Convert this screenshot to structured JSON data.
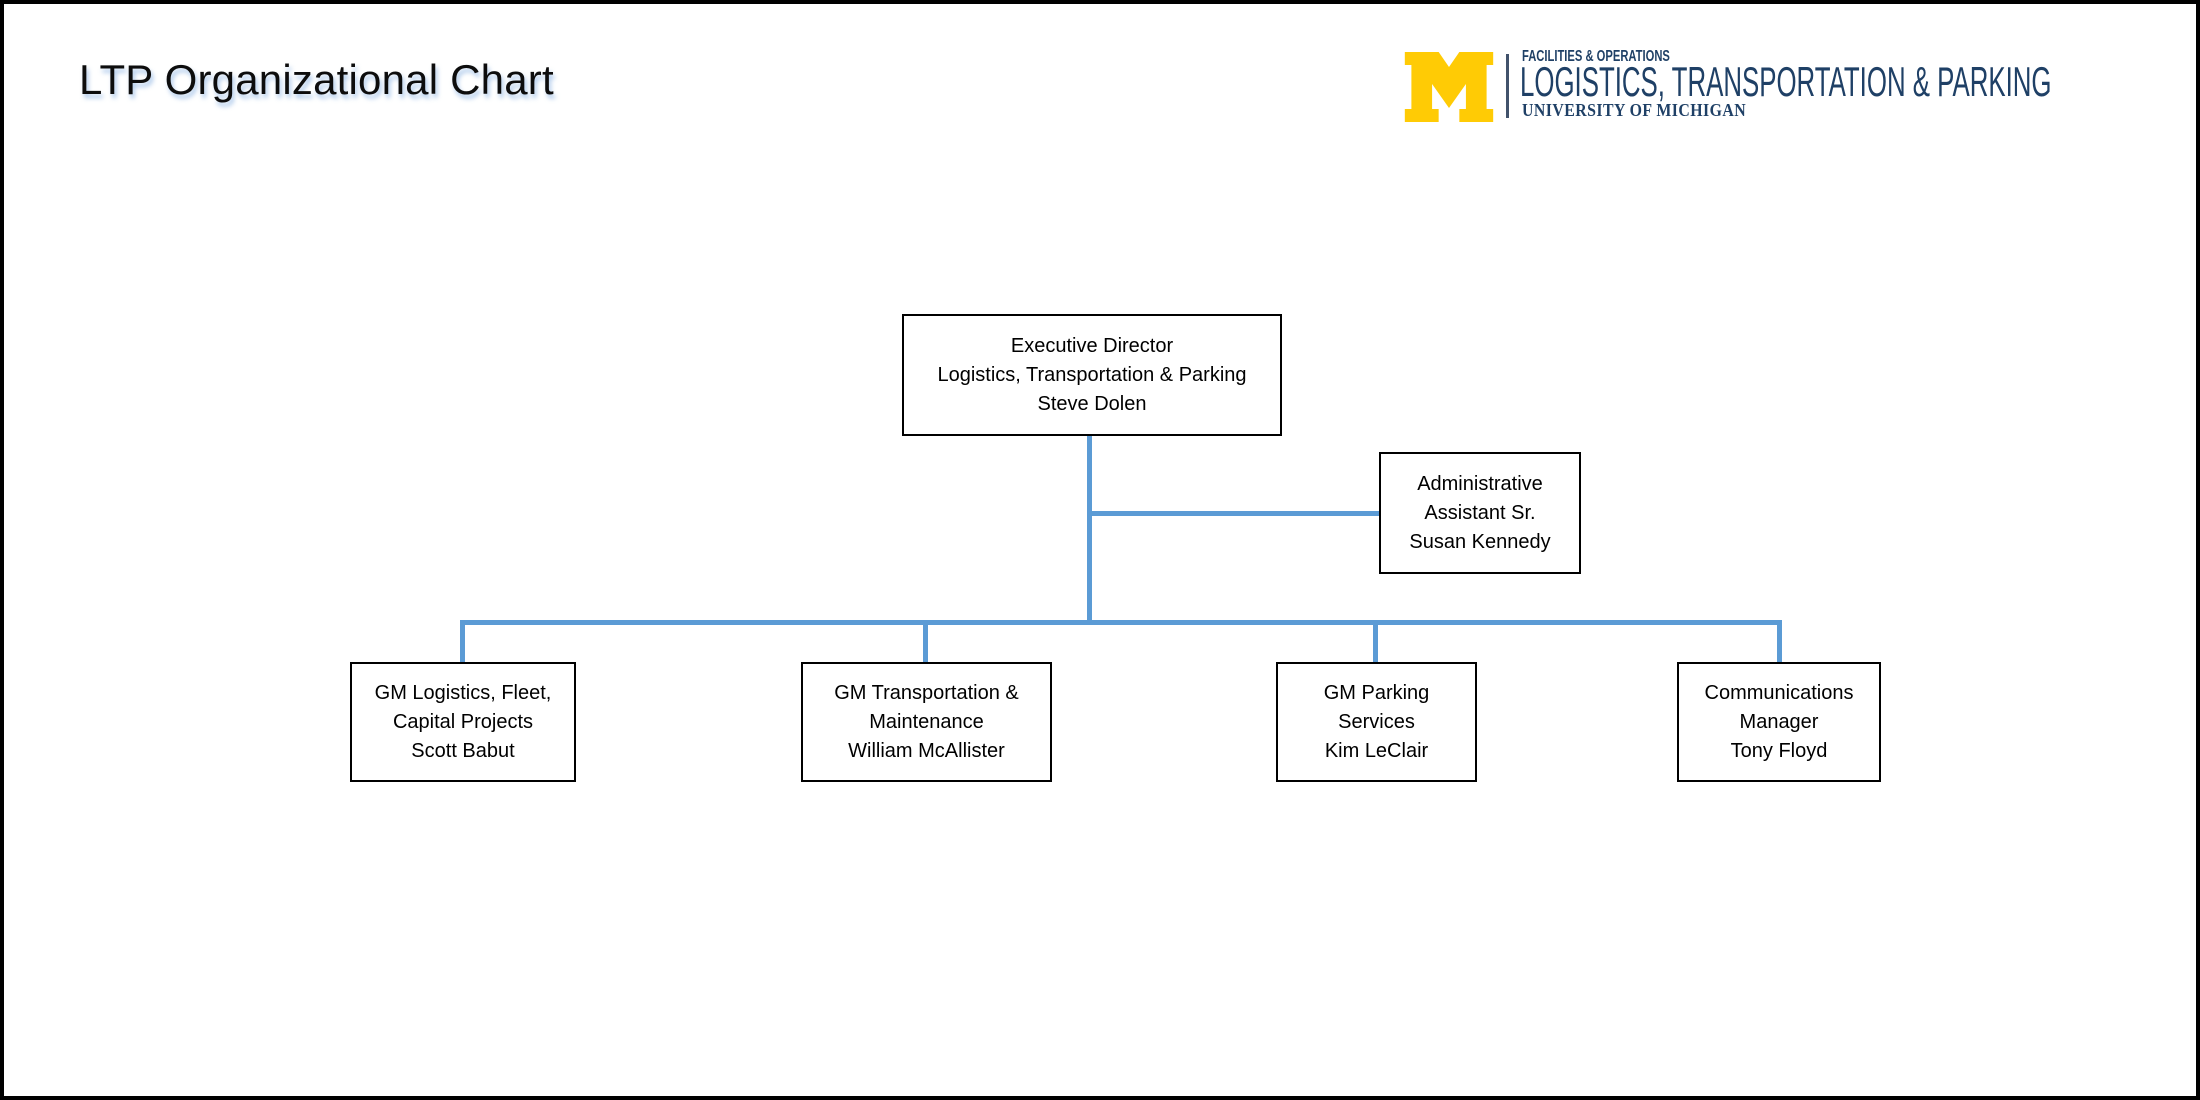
{
  "page": {
    "title": "LTP Organizational Chart"
  },
  "logo": {
    "division": "FACILITIES & OPERATIONS",
    "department": "LOGISTICS, TRANSPORTATION & PARKING",
    "institution": "UNIVERSITY OF MICHIGAN",
    "block_m_icon": "university-of-michigan-block-m"
  },
  "colors": {
    "maize": "#FFCB05",
    "navy": "#1F4066",
    "connector_blue": "#5B9BD5",
    "box_border": "#000000",
    "page_border": "#000000"
  },
  "org": {
    "nodes": [
      {
        "id": "executive-director",
        "person": "Steve Dolen",
        "lines": [
          "Executive Director",
          "Logistics, Transportation & Parking",
          "Steve Dolen"
        ]
      },
      {
        "id": "administrative-assistant",
        "person": "Susan Kennedy",
        "lines": [
          "Administrative",
          "Assistant Sr.",
          "Susan Kennedy"
        ]
      },
      {
        "id": "gm-logistics-fleet-capital-projects",
        "person": "Scott Babut",
        "lines": [
          "GM Logistics, Fleet,",
          "Capital Projects",
          "Scott Babut"
        ]
      },
      {
        "id": "gm-transportation-maintenance",
        "person": "William McAllister",
        "lines": [
          "GM Transportation &",
          "Maintenance",
          "William McAllister"
        ]
      },
      {
        "id": "gm-parking-services",
        "person": "Kim LeClair",
        "lines": [
          "GM Parking",
          "Services",
          "Kim LeClair"
        ]
      },
      {
        "id": "communications-manager",
        "person": "Tony Floyd",
        "lines": [
          "Communications",
          "Manager",
          "Tony Floyd"
        ]
      }
    ]
  }
}
